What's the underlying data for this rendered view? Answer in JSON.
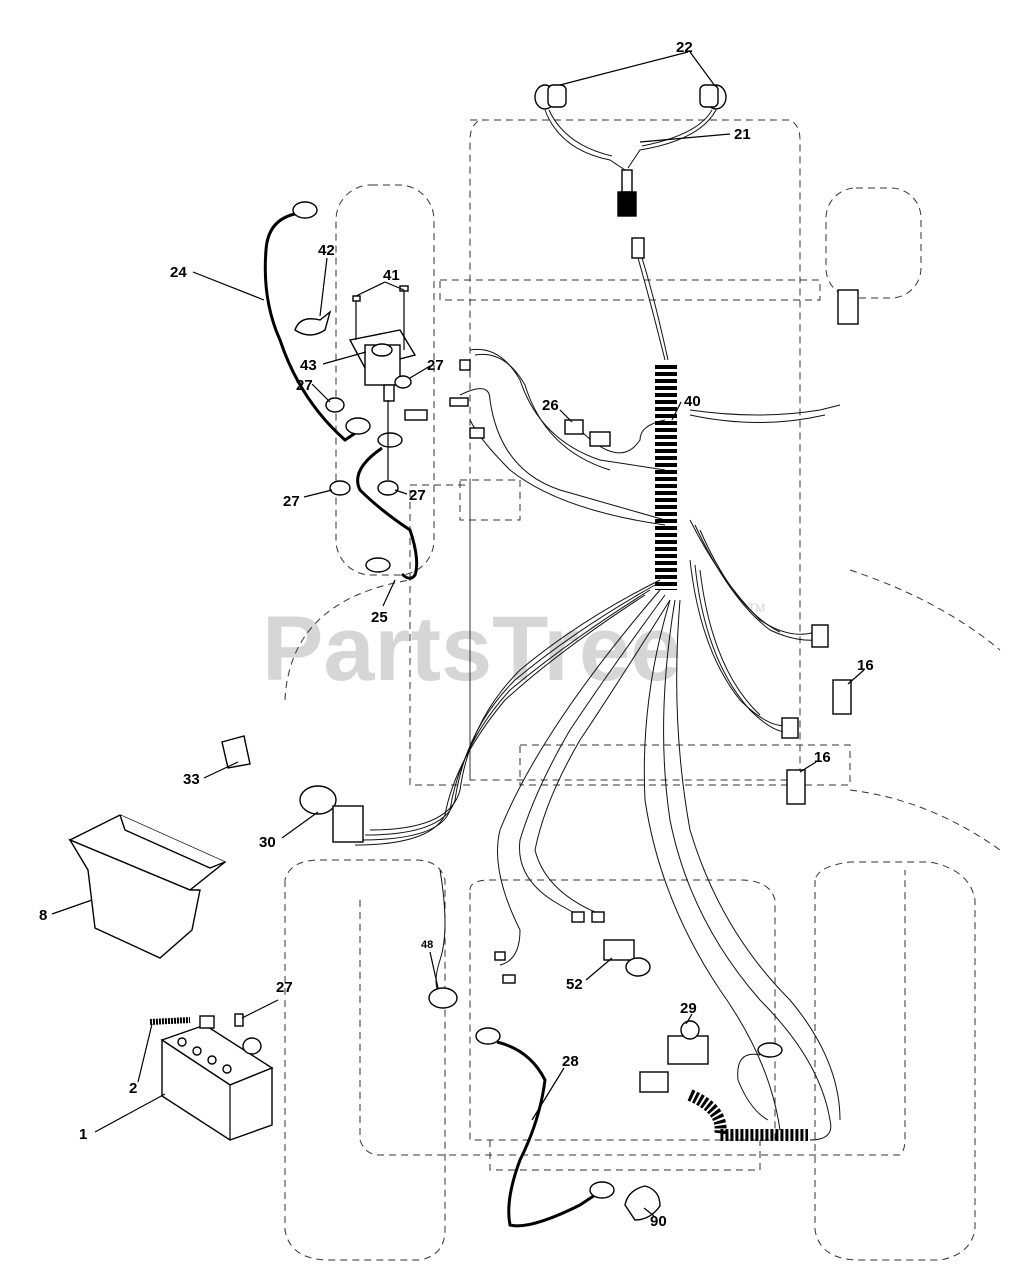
{
  "watermark": {
    "text": "PartsTree",
    "trademark": "TM"
  },
  "part_labels": [
    "22",
    "21",
    "24",
    "42",
    "41",
    "43",
    "27",
    "27",
    "27",
    "27",
    "40",
    "26",
    "25",
    "16",
    "16",
    "33",
    "30",
    "8",
    "48",
    "52",
    "27",
    "29",
    "2",
    "1",
    "28",
    "90"
  ]
}
